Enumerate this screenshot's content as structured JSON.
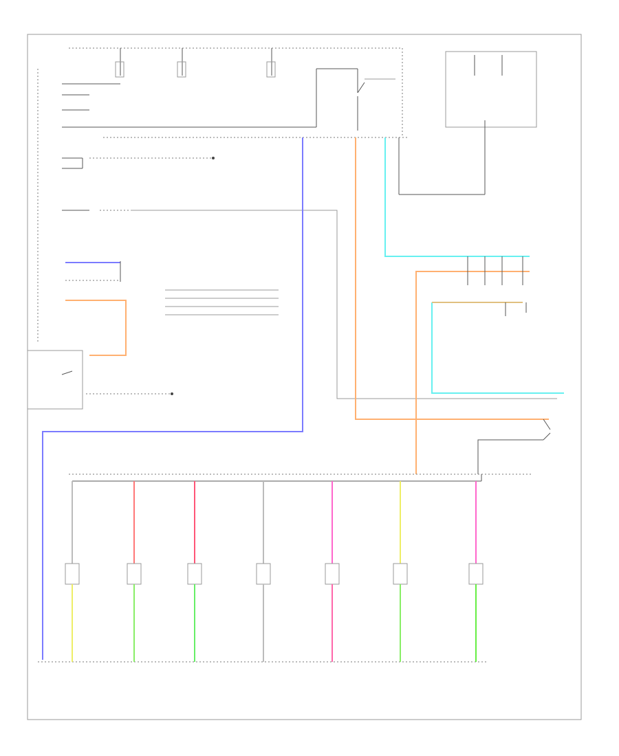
{
  "footer_code": "",
  "wire_colors": {
    "blue": "#7b7bff",
    "orange": "#ffb070",
    "cyan": "#66f0f0",
    "tan": "#e0c080",
    "red": "#ff7777",
    "magenta": "#ff66cc",
    "green": "#88ee66",
    "yellow": "#eeee66",
    "gray": "#bbbbbb"
  },
  "ground_components": [
    {
      "label": "",
      "top_color": "gray",
      "bottom_color": "yellow"
    },
    {
      "label": "",
      "top_color": "red",
      "bottom_color": "green"
    },
    {
      "label": "",
      "top_color": "red",
      "bottom_color": "green"
    },
    {
      "label": "",
      "top_color": "gray",
      "bottom_color": "gray"
    },
    {
      "label": "",
      "top_color": "magenta",
      "bottom_color": "magenta"
    },
    {
      "label": "",
      "top_color": "yellow",
      "bottom_color": "green"
    },
    {
      "label": "",
      "top_color": "magenta",
      "bottom_color": "green"
    }
  ]
}
